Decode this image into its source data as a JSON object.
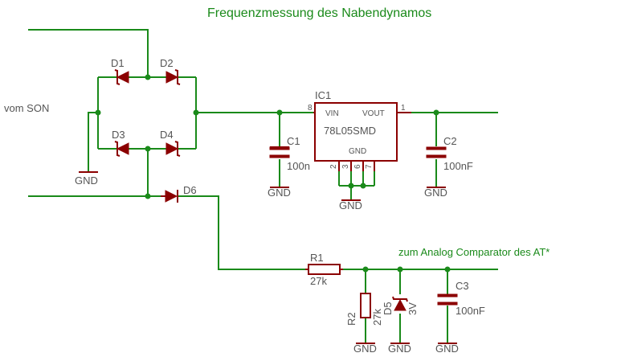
{
  "title": "Frequenzmessung des Nabendynamos",
  "input_label": "vom SON",
  "output_label": "zum Analog Comparator des AT*",
  "diodes": {
    "d1": "D1",
    "d2": "D2",
    "d3": "D3",
    "d4": "D4",
    "d6": "D6",
    "d5": "D5",
    "d5_value": "3V"
  },
  "ic1": {
    "name": "IC1",
    "part": "78L05SMD",
    "vin": "VIN",
    "vout": "VOUT",
    "gnd": "GND",
    "pin_vin": "8",
    "pin_vout": "1",
    "pin_gnd": [
      "2",
      "3",
      "6",
      "7"
    ]
  },
  "capacitors": {
    "c1": "C1",
    "c1_value": "100n",
    "c2": "C2",
    "c2_value": "100nF",
    "c3": "C3",
    "c3_value": "100nF"
  },
  "resistors": {
    "r1": "R1",
    "r1_value": "27k",
    "r2": "R2",
    "r2_value": "27k"
  },
  "gnd_label": "GND",
  "colors": {
    "wire": "#1a8a1a",
    "part": "#8b0000",
    "text": "#555555",
    "background": "#ffffff"
  }
}
